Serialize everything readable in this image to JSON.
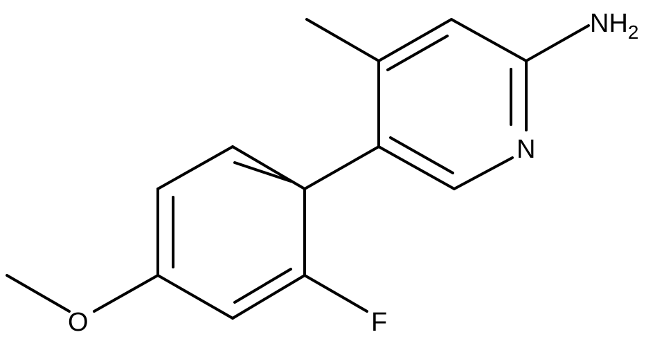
{
  "structure": {
    "labels": {
      "amine": "NH",
      "amine_subscript": "2",
      "ring_nitrogen": "N",
      "fluorine": "F",
      "oxygen": "O"
    },
    "colors": {
      "bond": "#000000",
      "text": "#000000",
      "background": "#ffffff"
    }
  }
}
